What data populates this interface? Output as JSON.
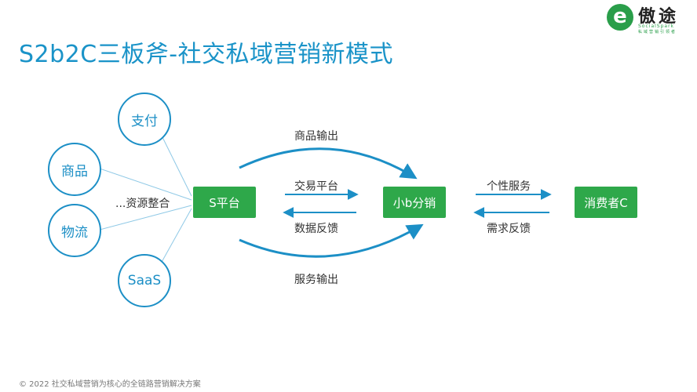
{
  "title": "S2b2C三板斧-社交私域营销新模式",
  "logo": {
    "letter": "e",
    "name": "傲途",
    "subtitle": "SocialSpark",
    "subtitle_cn": "私域营销引领者",
    "colors": {
      "icon": "#2a9e4a"
    }
  },
  "resources": [
    "支付",
    "商品",
    "物流",
    "SaaS"
  ],
  "integration_label": "...资源整合",
  "nodes": {
    "s_platform": "S平台",
    "small_b": "小b分销",
    "consumer": "消费者C"
  },
  "flows": {
    "product_output": "商品输出",
    "trade_platform": "交易平台",
    "data_feedback": "数据反馈",
    "service_output": "服务输出",
    "personal_service": "个性服务",
    "demand_feedback": "需求反馈"
  },
  "footer": "© 2022 社交私域营销为核心的全链路营销解决方案",
  "colors": {
    "accent": "#1c8fc6",
    "node": "#2ea84a",
    "title": "#1a93c8"
  }
}
